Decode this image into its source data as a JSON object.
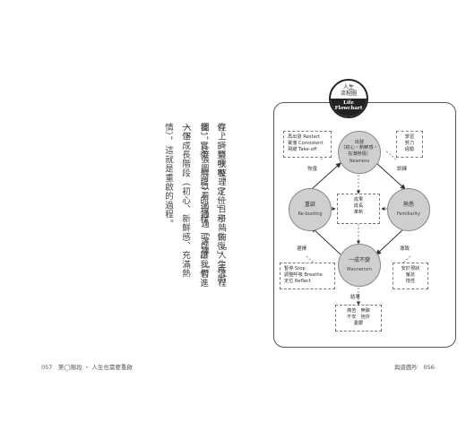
{
  "left_page": {
    "body_columns": [
      "在上一頁我整理了一日子熱的「人生流程圖」，這張圖可以看出通過「選擇」「暫",
      "停、調整呼吸、定位」和「恢復」（再出發、實徹、飛躍）的過程，可以讓我們進入下",
      "一個成長階段（初心、新鮮感、充滿熱情），這就是重啟的過程。"
    ],
    "footer": "057　第◯階段 ・ 人生也需要重啟"
  },
  "right_page": {
    "footer": "與遊戲吵　056"
  },
  "chart_data": {
    "type": "flowchart",
    "title_zh": "人生\n流程圖",
    "title_en": "Life\nFlowchart",
    "nodes": {
      "top": {
        "zh": "出發\n（初心・新鮮感・\n充滿熱情）",
        "en": "Newness"
      },
      "right": {
        "zh": "熟悉",
        "en": "Familiarity"
      },
      "bottom": {
        "zh": "一成不變",
        "en": "Mannerism"
      },
      "left": {
        "zh": "重啟",
        "en": "Re-booting"
      }
    },
    "boxes": {
      "top_left": [
        "再出發 Restart",
        "實徹 Consistent",
        "飛躍 Take-off"
      ],
      "top_right": [
        "學習",
        "努力",
        "經驗"
      ],
      "center": [
        "成果",
        "成長",
        "革新"
      ],
      "bottom_left": [
        "暫停 Stop",
        "調整呼吸 Breathe",
        "定位 Reflect"
      ],
      "bottom_right": [
        "安於現狀",
        "懈怠",
        "惰性"
      ],
      "bottom": [
        "痛苦　無聊",
        "不安　挫折",
        "憂鬱"
      ]
    },
    "edge_labels": {
      "left_top": "恢復",
      "top_right": "訓練",
      "right_bottom": "導致",
      "bottom_left": "選擇",
      "bottom_down": "結果"
    }
  }
}
